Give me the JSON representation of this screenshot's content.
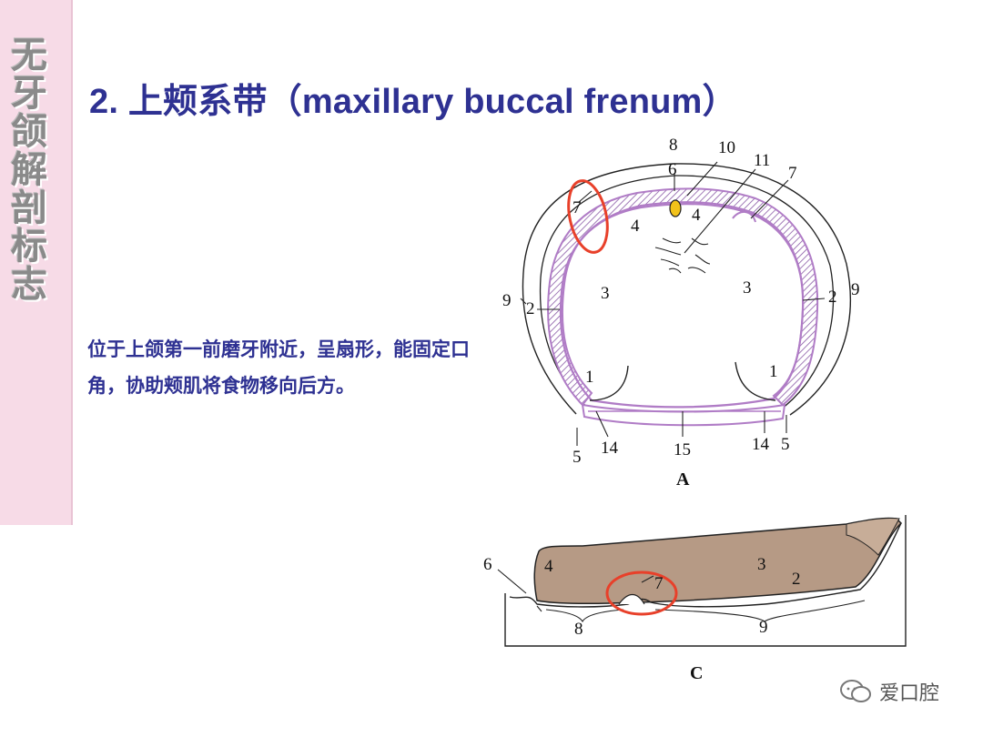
{
  "sidebar": {
    "title": "无牙颌解剖标志"
  },
  "header": {
    "title": "2. 上颊系带（maxillary buccal frenum）"
  },
  "body": {
    "description": "位于上颌第一前磨牙附近，呈扇形，能固定口角，协助颊肌将食物移向后方。"
  },
  "figure_a": {
    "caption": "A",
    "labels": {
      "n8": "8",
      "n10": "10",
      "n11": "11",
      "n6": "6",
      "n7l": "7",
      "n7r": "7",
      "n4l": "4",
      "n4r": "4",
      "n3l": "3",
      "n3r": "3",
      "n9l": "9",
      "n9r": "9",
      "n2l": "2",
      "n2r": "2",
      "n1l": "1",
      "n1r": "1",
      "n5l": "5",
      "n5r": "5",
      "n14l": "14",
      "n14r": "14",
      "n15": "15"
    }
  },
  "figure_c": {
    "caption": "C",
    "labels": {
      "n6": "6",
      "n4": "4",
      "n3": "3",
      "n2": "2",
      "n7": "7",
      "n8": "8",
      "n9": "9"
    }
  },
  "watermark": {
    "text": "爱口腔"
  },
  "colors": {
    "title": "#2e3192",
    "sidebar_bg": "#f7dbe7",
    "denture_purple": "#b07cc6",
    "highlight_red": "#e8402a",
    "denture_brown": "#b69a85",
    "yellow": "#f2c21a"
  }
}
